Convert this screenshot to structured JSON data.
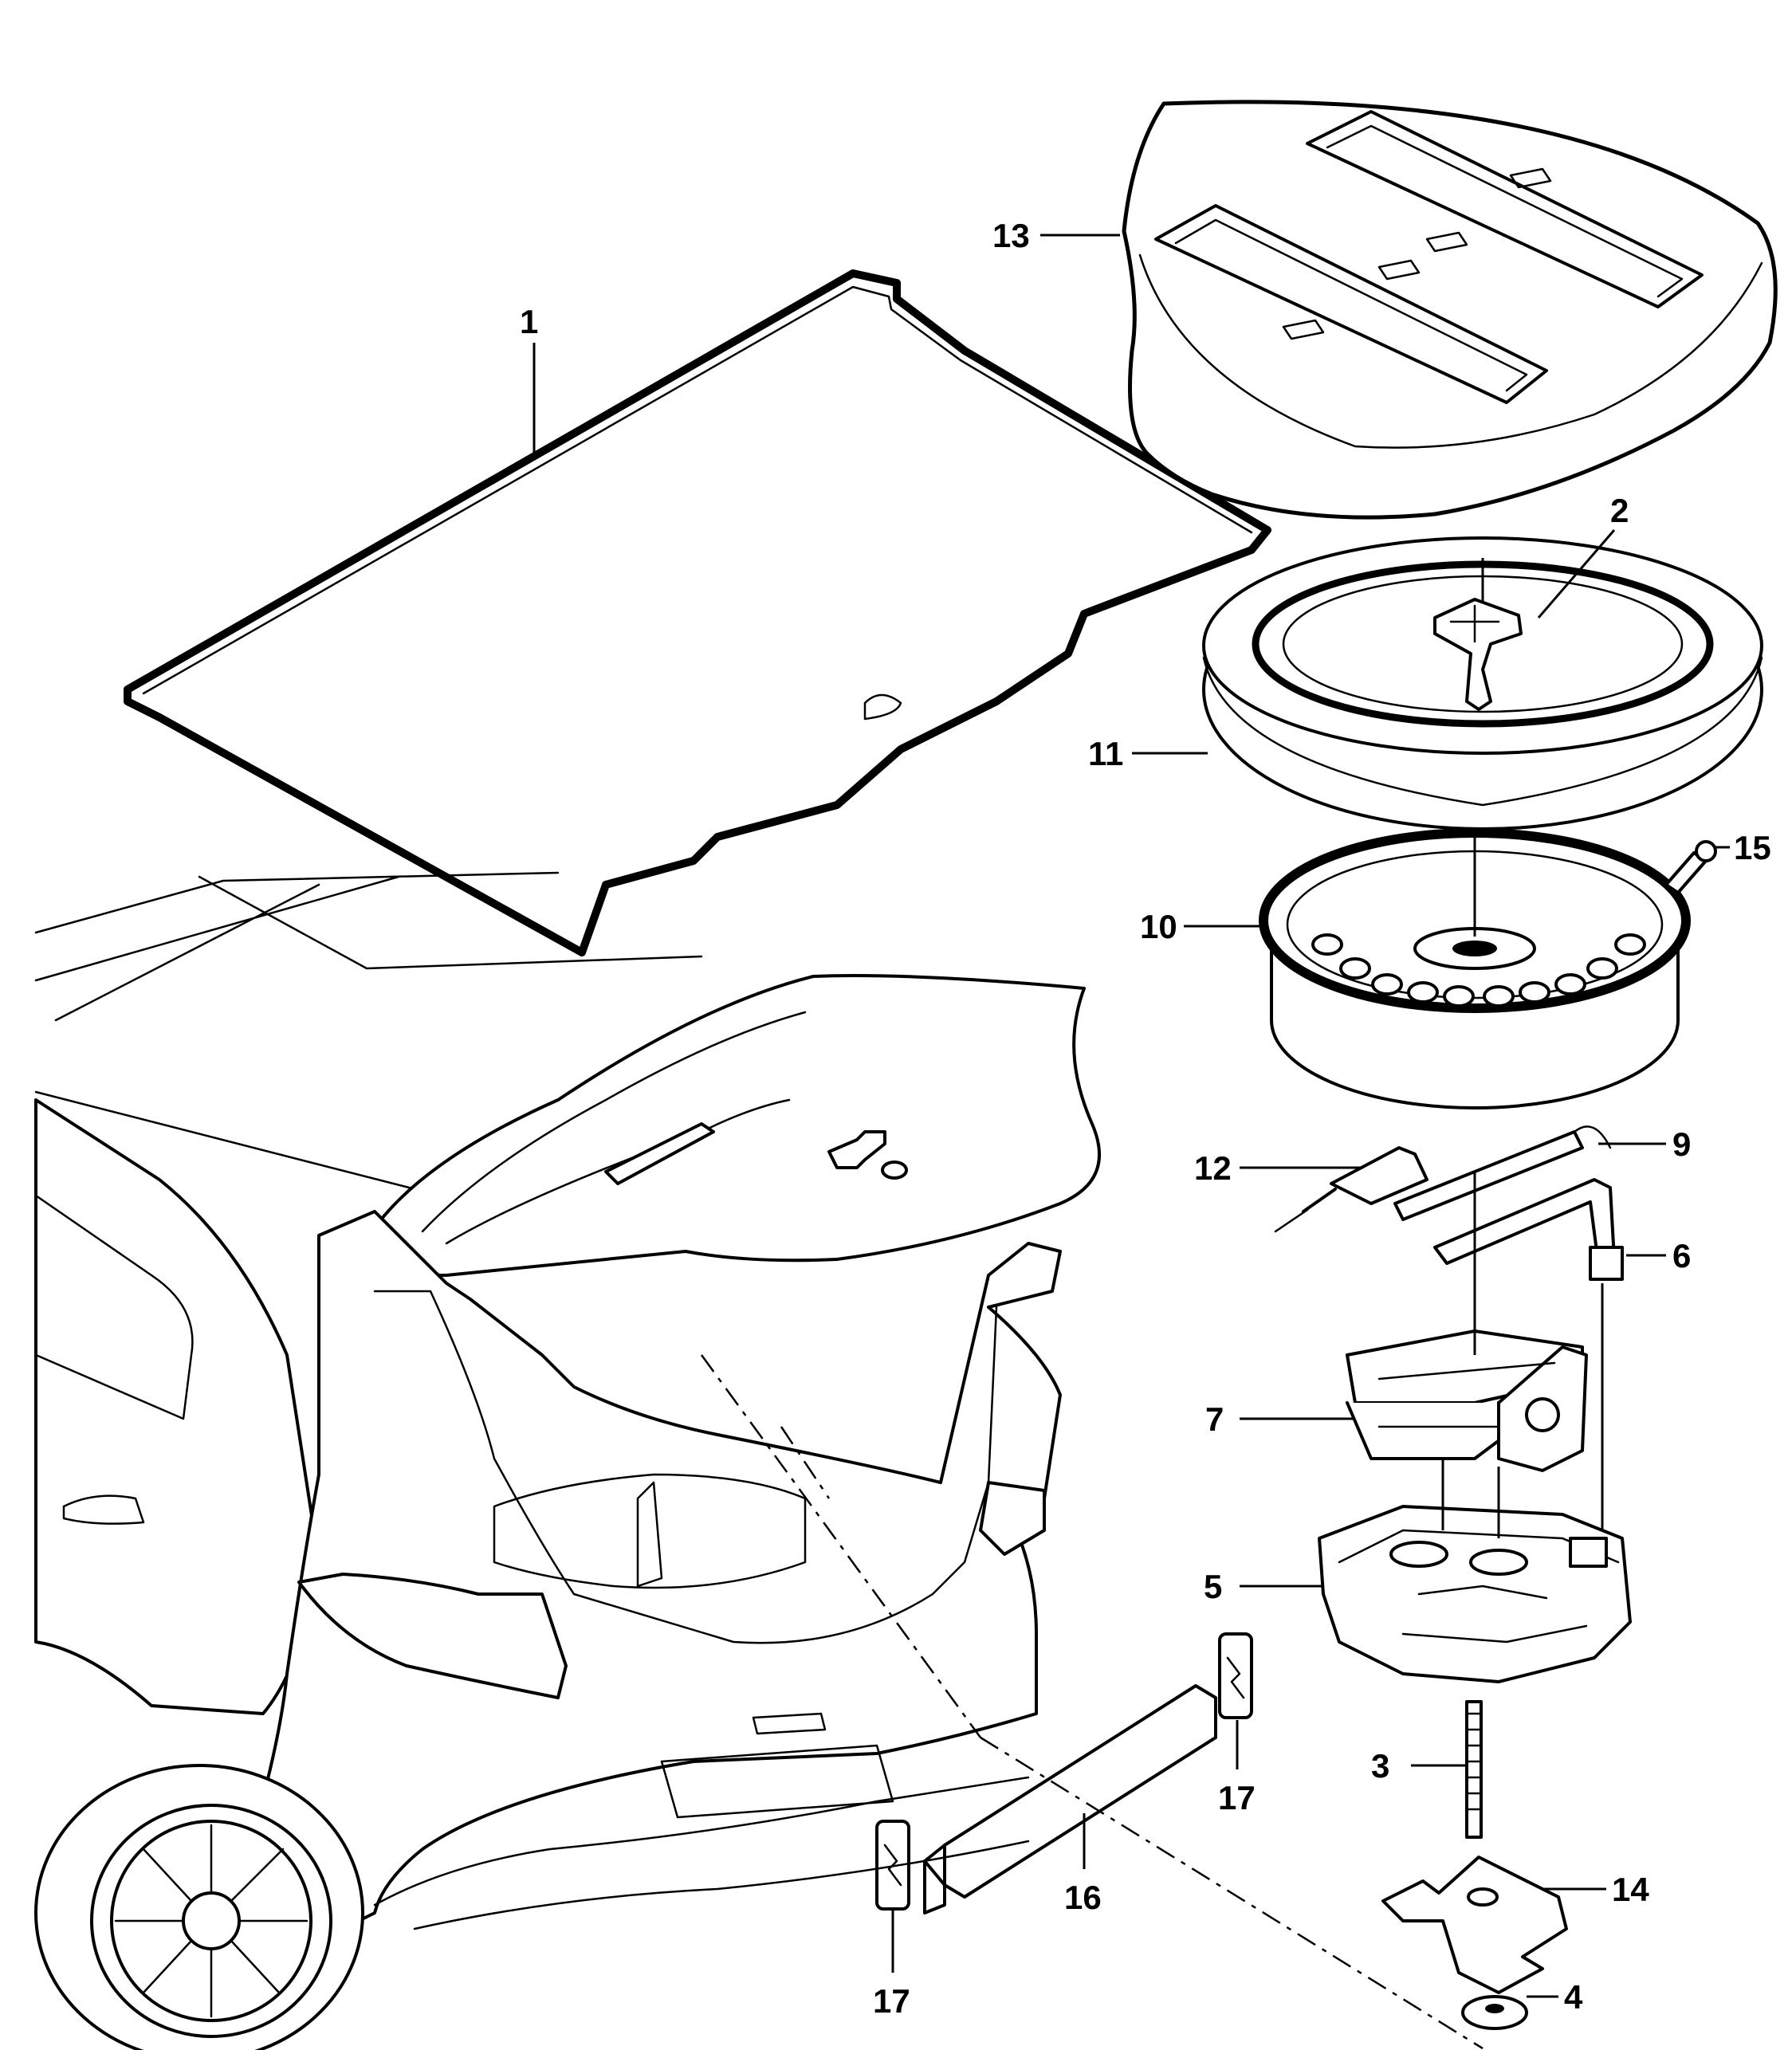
{
  "callouts": [
    {
      "id": "1",
      "label": "1"
    },
    {
      "id": "2",
      "label": "2"
    },
    {
      "id": "3",
      "label": "3"
    },
    {
      "id": "4",
      "label": "4"
    },
    {
      "id": "5",
      "label": "5"
    },
    {
      "id": "6",
      "label": "6"
    },
    {
      "id": "7",
      "label": "7"
    },
    {
      "id": "9",
      "label": "9"
    },
    {
      "id": "10",
      "label": "10"
    },
    {
      "id": "11",
      "label": "11"
    },
    {
      "id": "12",
      "label": "12"
    },
    {
      "id": "13",
      "label": "13"
    },
    {
      "id": "14",
      "label": "14"
    },
    {
      "id": "15",
      "label": "15"
    },
    {
      "id": "16",
      "label": "16"
    },
    {
      "id": "17a",
      "label": "17"
    },
    {
      "id": "17b",
      "label": "17"
    }
  ],
  "icons": {
    "emblem": "bowtie-emblem-icon"
  }
}
